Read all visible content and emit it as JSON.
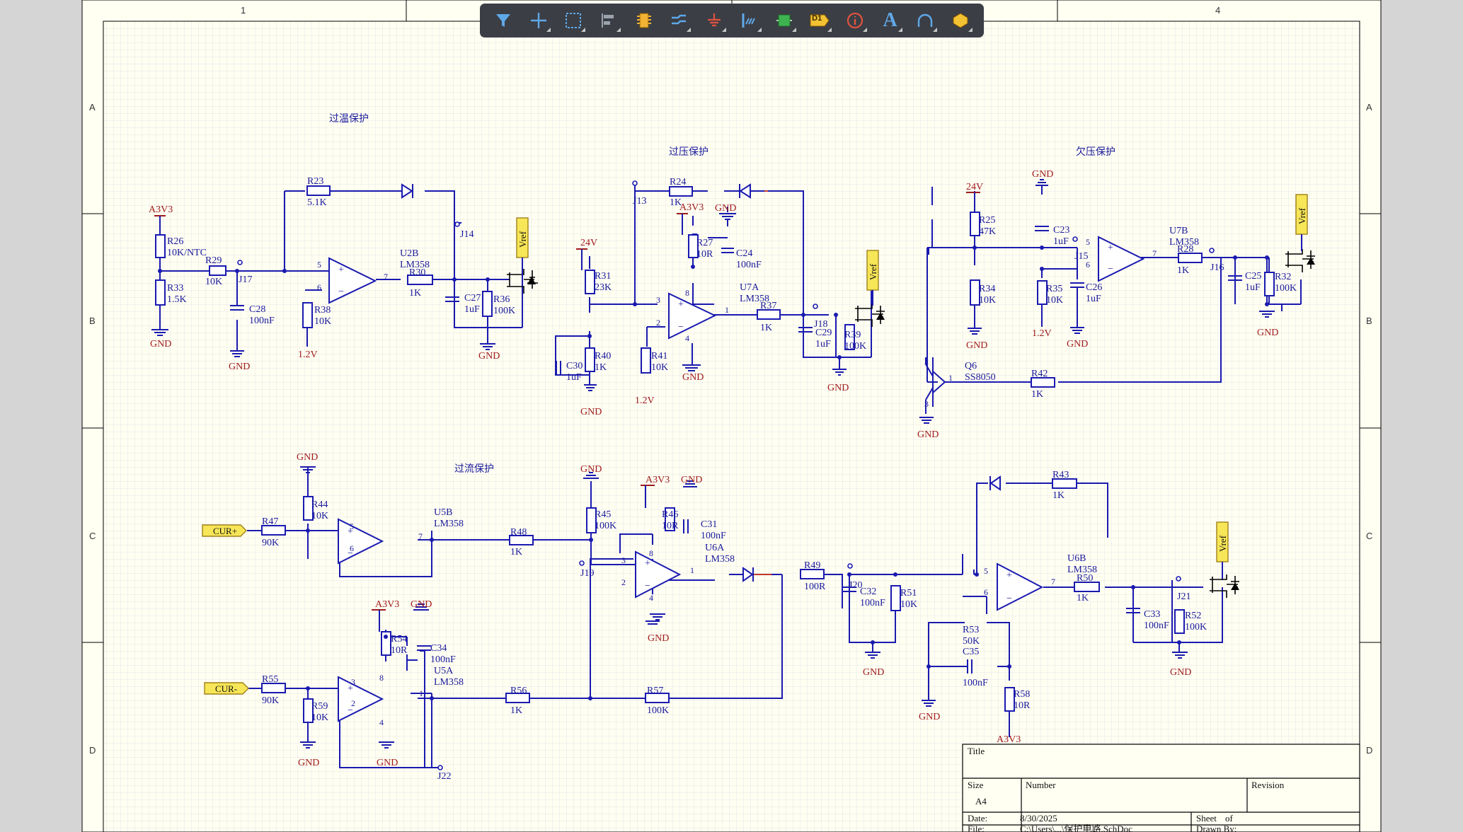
{
  "sheet": {
    "column_labels": [
      "1",
      "4"
    ],
    "row_labels": [
      "A",
      "B",
      "C",
      "D"
    ],
    "sections": {
      "over_temp": "过温保护",
      "over_volt": "过压保护",
      "under_volt": "欠压保护",
      "over_current": "过流保护"
    }
  },
  "toolbar": {
    "tools": [
      {
        "name": "filter-icon"
      },
      {
        "name": "crosshair-icon"
      },
      {
        "name": "select-rect-icon"
      },
      {
        "name": "align-icon"
      },
      {
        "name": "component-icon"
      },
      {
        "name": "wire-icon"
      },
      {
        "name": "ground-icon"
      },
      {
        "name": "bus-icon"
      },
      {
        "name": "harness-icon"
      },
      {
        "name": "designator-icon",
        "label": "D1"
      },
      {
        "name": "info-icon"
      },
      {
        "name": "text-icon",
        "label": "A"
      },
      {
        "name": "arc-icon"
      },
      {
        "name": "shape-icon"
      }
    ]
  },
  "power": {
    "a3v3": "A3V3",
    "v24": "24V",
    "gnd": "GND",
    "v12": "1.2V",
    "vref": "Vref"
  },
  "ports": {
    "cur_pos": "CUR+",
    "cur_neg": "CUR-"
  },
  "components": {
    "R23": {
      "ref": "R23",
      "val": "5.1K"
    },
    "R26": {
      "ref": "R26",
      "val": "10K/NTC"
    },
    "R29": {
      "ref": "R29",
      "val": "10K"
    },
    "R33": {
      "ref": "R33",
      "val": "1.5K"
    },
    "C28": {
      "ref": "C28",
      "val": "100nF"
    },
    "R38": {
      "ref": "R38",
      "val": "10K"
    },
    "U2B": {
      "ref": "U2B",
      "val": "LM358"
    },
    "R30": {
      "ref": "R30",
      "val": "1K"
    },
    "C27": {
      "ref": "C27",
      "val": "1uF"
    },
    "R36": {
      "ref": "R36",
      "val": "100K"
    },
    "R24": {
      "ref": "R24",
      "val": "1K"
    },
    "R27": {
      "ref": "R27",
      "val": "10R"
    },
    "C24": {
      "ref": "C24",
      "val": "100nF"
    },
    "R31": {
      "ref": "R31",
      "val": "23K"
    },
    "C30": {
      "ref": "C30",
      "val": "1uF"
    },
    "R40": {
      "ref": "R40",
      "val": "1K"
    },
    "R41": {
      "ref": "R41",
      "val": "10K"
    },
    "U7A": {
      "ref": "U7A",
      "val": "LM358"
    },
    "R37": {
      "ref": "R37",
      "val": "1K"
    },
    "C29": {
      "ref": "C29",
      "val": "1uF"
    },
    "R39": {
      "ref": "R39",
      "val": "100K"
    },
    "R25": {
      "ref": "R25",
      "val": "47K"
    },
    "R34": {
      "ref": "R34",
      "val": "10K"
    },
    "C23": {
      "ref": "C23",
      "val": "1uF"
    },
    "R35": {
      "ref": "R35",
      "val": "10K"
    },
    "C26": {
      "ref": "C26",
      "val": "1uF"
    },
    "U7B": {
      "ref": "U7B",
      "val": "LM358"
    },
    "R28": {
      "ref": "R28",
      "val": "1K"
    },
    "C25": {
      "ref": "C25",
      "val": "1uF"
    },
    "R32": {
      "ref": "R32",
      "val": "100K"
    },
    "Q6": {
      "ref": "Q6",
      "val": "SS8050"
    },
    "R42": {
      "ref": "R42",
      "val": "1K"
    },
    "R44": {
      "ref": "R44",
      "val": "10K"
    },
    "R47": {
      "ref": "R47",
      "val": "90K"
    },
    "U5B": {
      "ref": "U5B",
      "val": "LM358"
    },
    "R48": {
      "ref": "R48",
      "val": "1K"
    },
    "R45": {
      "ref": "R45",
      "val": "100K"
    },
    "R46": {
      "ref": "R46",
      "val": "10R"
    },
    "C31": {
      "ref": "C31",
      "val": "100nF"
    },
    "U6A": {
      "ref": "U6A",
      "val": "LM358"
    },
    "R49": {
      "ref": "R49",
      "val": "100R"
    },
    "C32": {
      "ref": "C32",
      "val": "100nF"
    },
    "R51": {
      "ref": "R51",
      "val": "10K"
    },
    "R43": {
      "ref": "R43",
      "val": "1K"
    },
    "U6B": {
      "ref": "U6B",
      "val": "LM358"
    },
    "R50": {
      "ref": "R50",
      "val": "1K"
    },
    "C33": {
      "ref": "C33",
      "val": "100nF"
    },
    "R52": {
      "ref": "R52",
      "val": "100K"
    },
    "R53": {
      "ref": "R53",
      "val": "50K"
    },
    "C35": {
      "ref": "C35",
      "val": "100nF"
    },
    "R58": {
      "ref": "R58",
      "val": "10R"
    },
    "R54": {
      "ref": "R54",
      "val": "10R"
    },
    "C34": {
      "ref": "C34",
      "val": "100nF"
    },
    "U5A": {
      "ref": "U5A",
      "val": "LM358"
    },
    "R55": {
      "ref": "R55",
      "val": "90K"
    },
    "R59": {
      "ref": "R59",
      "val": "10K"
    },
    "R56": {
      "ref": "R56",
      "val": "1K"
    },
    "R57": {
      "ref": "R57",
      "val": "100K"
    }
  },
  "junctions": {
    "J13": "J13",
    "J14": "J14",
    "J15": "J15",
    "J16": "J16",
    "J17": "J17",
    "J18": "J18",
    "J19": "J19",
    "J20": "J20",
    "J21": "J21",
    "J22": "J22"
  },
  "title_block": {
    "title_label": "Title",
    "size_label": "Size",
    "size_value": "A4",
    "number_label": "Number",
    "revision_label": "Revision",
    "date_label": "Date:",
    "date_value": "8/30/2025",
    "sheet_label": "Sheet",
    "of_label": "of",
    "file_label": "File:",
    "file_value": "C:\\Users\\...\\保护电路.SchDoc",
    "drawn_label": "Drawn By:"
  }
}
